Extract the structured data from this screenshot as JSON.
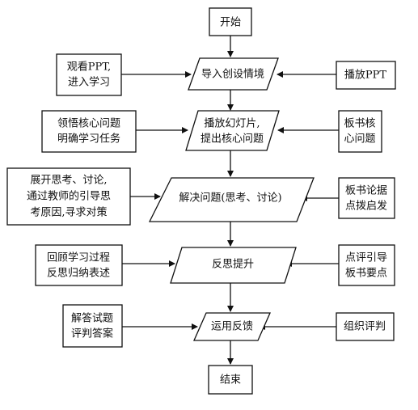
{
  "center": {
    "start": "开始",
    "step1": "导入创设情境",
    "step2": [
      "播放幻灯片,",
      "提出核心问题"
    ],
    "step3": "解决问题(思考、讨论)",
    "step4": "反思提升",
    "step5": "运用反馈",
    "end": "结束"
  },
  "left": {
    "s1": [
      "观看PPT,",
      "进入学习"
    ],
    "s2": [
      "领悟核心问题",
      "明确学习任务"
    ],
    "s3": [
      "展开思考、讨论,",
      "通过教师的引导思",
      "考原因,寻求对策"
    ],
    "s4": [
      "回顾学习过程",
      "反思归纳表述"
    ],
    "s5": [
      "解答试题",
      "评判答案"
    ]
  },
  "right": {
    "t1": "播放PPT",
    "t2": [
      "板书核",
      "心问题"
    ],
    "t3": [
      "板书论据",
      "点拨启发"
    ],
    "t4": [
      "点评引导",
      "板书要点"
    ],
    "t5": "组织评判"
  }
}
